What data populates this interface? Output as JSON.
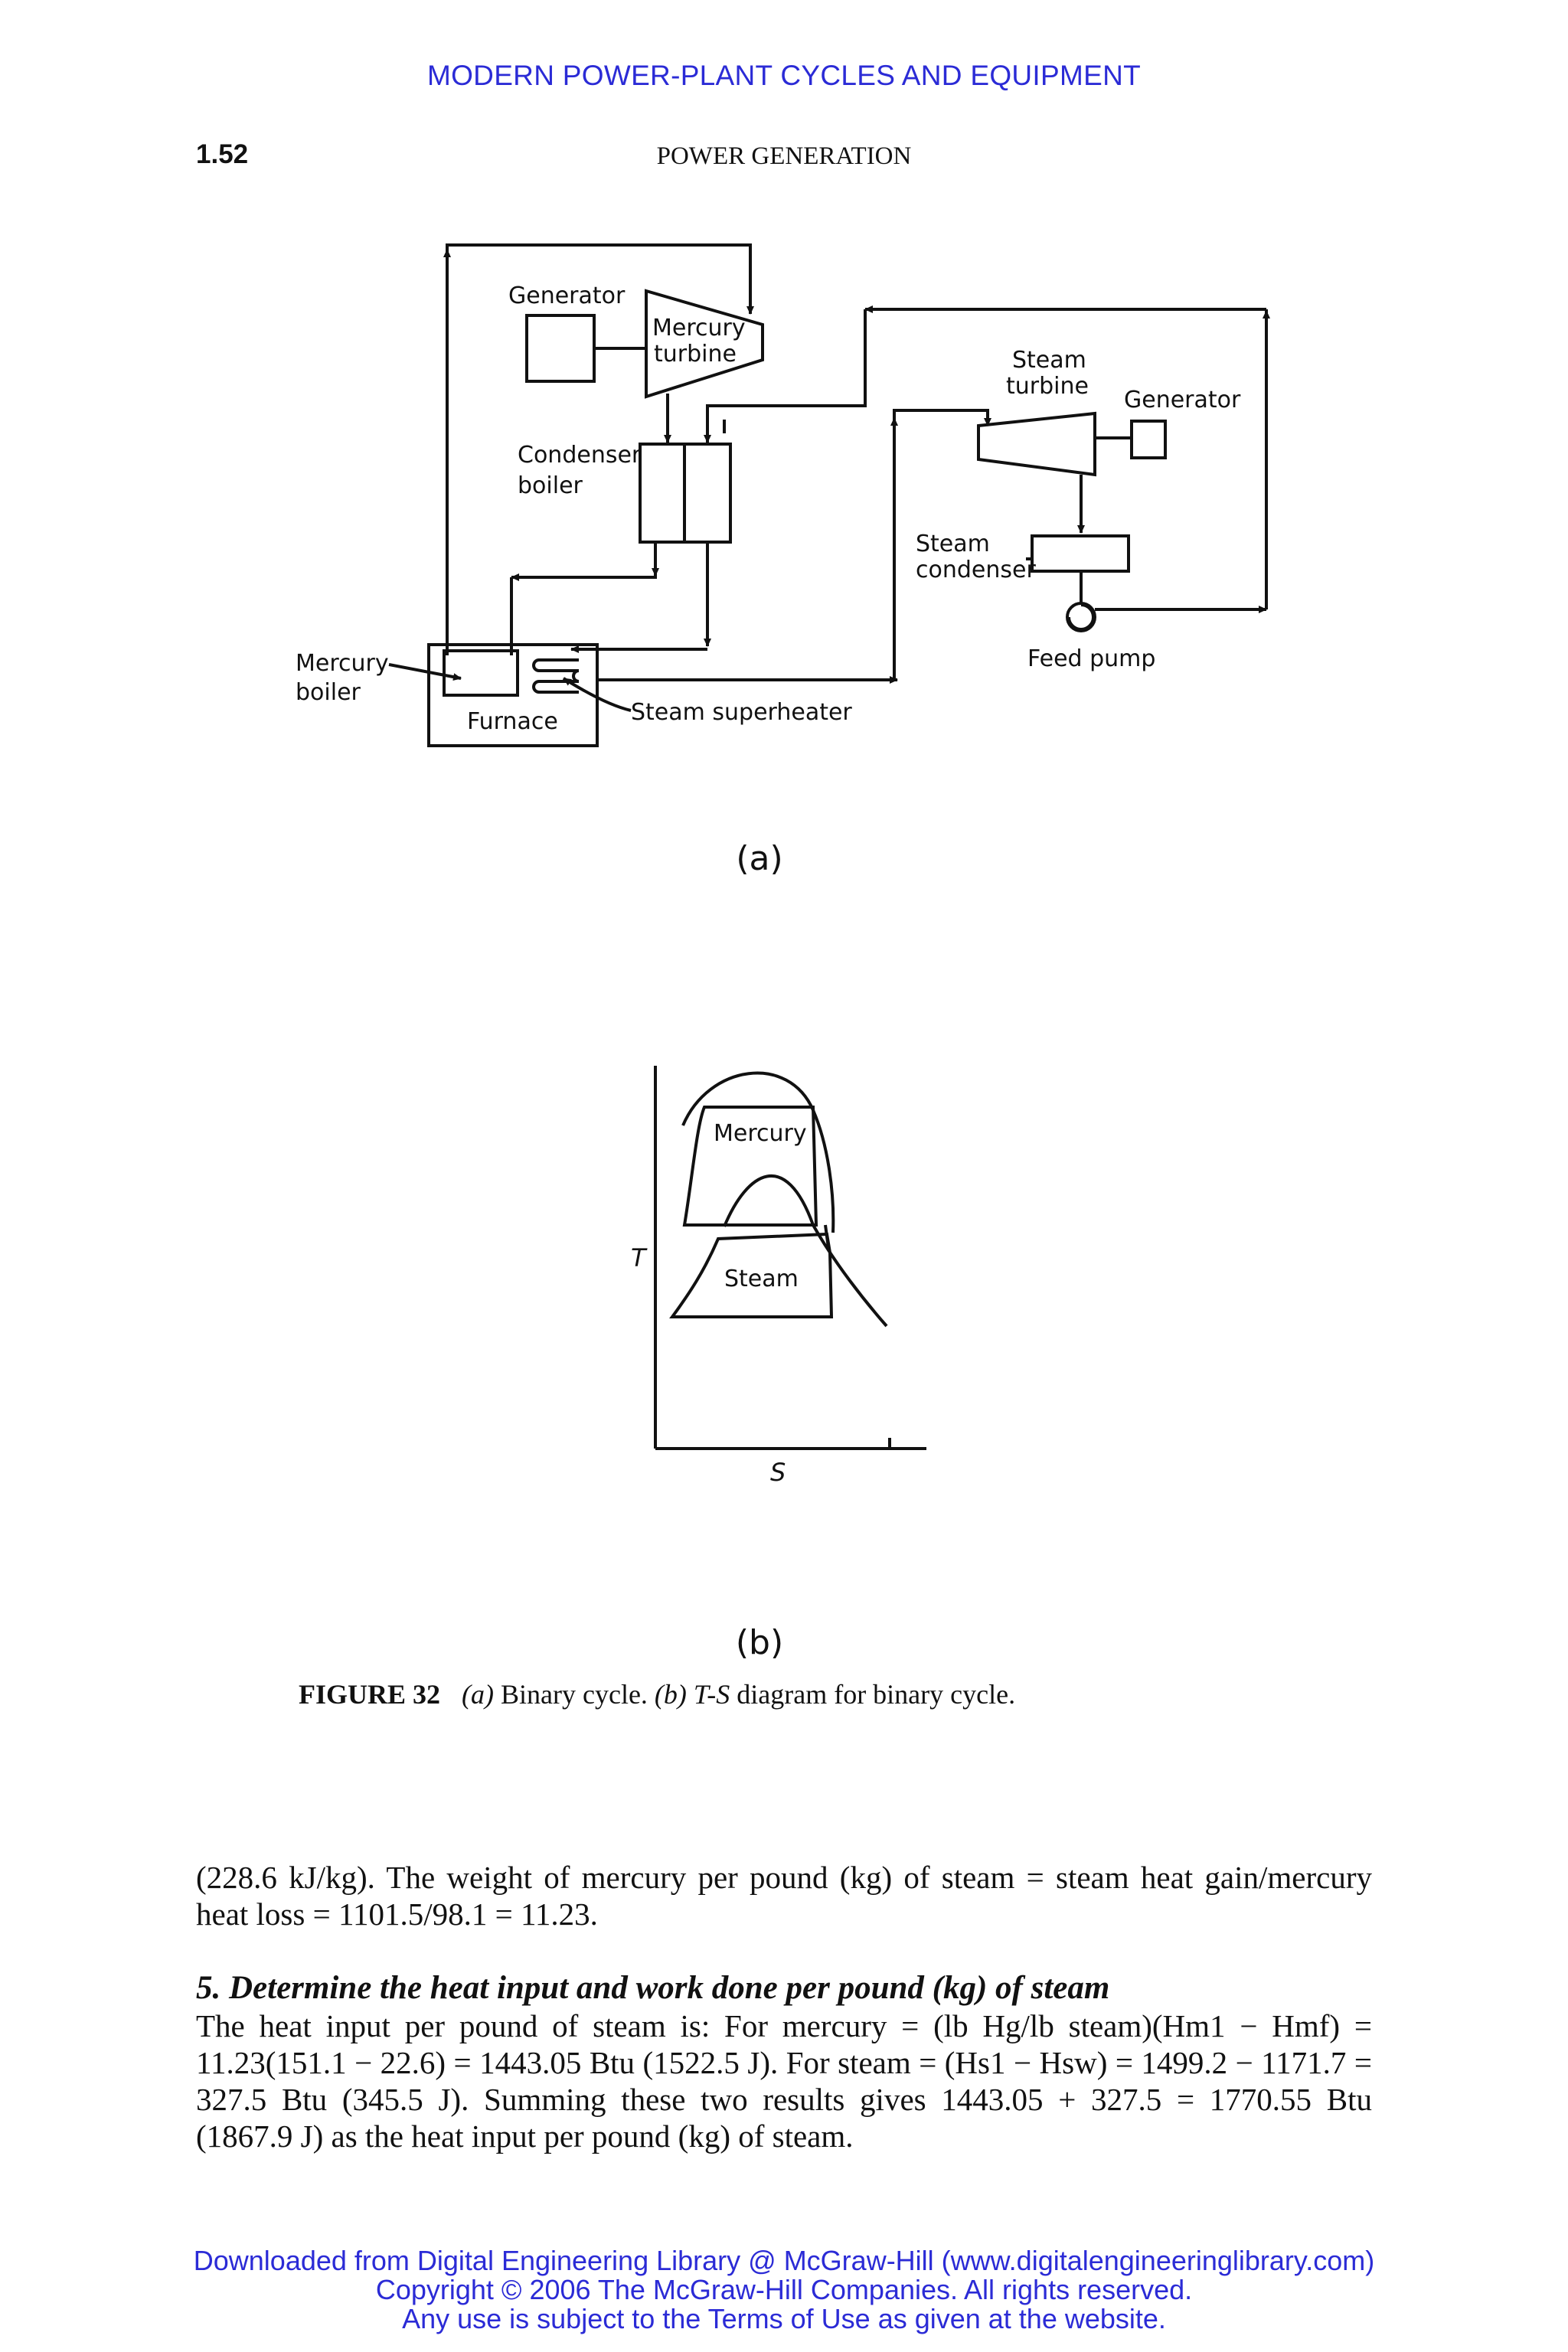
{
  "running_head": "MODERN POWER-PLANT CYCLES AND EQUIPMENT",
  "page_number": "1.52",
  "section_head": "POWER GENERATION",
  "figure_a": {
    "labels": {
      "generator_left": "Generator",
      "mercury_turbine_1": "Mercury",
      "mercury_turbine_2": "turbine",
      "condenser_boiler_1": "Condenser",
      "condenser_boiler_2": "boiler",
      "steam_turbine_1": "Steam",
      "steam_turbine_2": "turbine",
      "generator_right": "Generator",
      "steam_condenser_1": "Steam",
      "steam_condenser_2": "condenser",
      "feed_pump": "Feed pump",
      "mercury_boiler_1": "Mercury",
      "mercury_boiler_2": "boiler",
      "furnace": "Furnace",
      "steam_superheater": "Steam superheater"
    },
    "sublabel": "(a)"
  },
  "figure_b": {
    "labels": {
      "mercury": "Mercury",
      "steam": "Steam",
      "t_axis": "T",
      "s_axis": "S"
    },
    "sublabel": "(b)"
  },
  "caption": {
    "number": "FIGURE 32",
    "text_a": "(a)",
    "text_1": " Binary cycle. ",
    "text_b": "(b)",
    "text_ts": " T-S",
    "text_2": " diagram for binary cycle."
  },
  "paragraph_1": "(228.6 kJ/kg). The weight of mercury per pound (kg) of steam = steam heat gain/mercury heat loss = 1101.5/98.1 = 11.23.",
  "step_heading": "5.  Determine the heat input and work done per pound (kg) of steam",
  "paragraph_2": "The heat input per pound of steam is: For mercury = (lb Hg/lb steam)(Hm1 − Hmf) = 11.23(151.1 − 22.6) = 1443.05 Btu (1522.5 J). For steam = (Hs1 − Hsw) = 1499.2 − 1171.7 = 327.5 Btu (345.5 J). Summing these two results gives 1443.05 + 327.5 = 1770.55 Btu (1867.9 J) as the heat input per pound (kg) of steam.",
  "footer": {
    "line1": "Downloaded from Digital Engineering Library @ McGraw-Hill (www.digitalengineeringlibrary.com)",
    "line2": "Copyright © 2006 The McGraw-Hill Companies. All rights reserved.",
    "line3": "Any use is subject to the Terms of Use as given at the website."
  }
}
